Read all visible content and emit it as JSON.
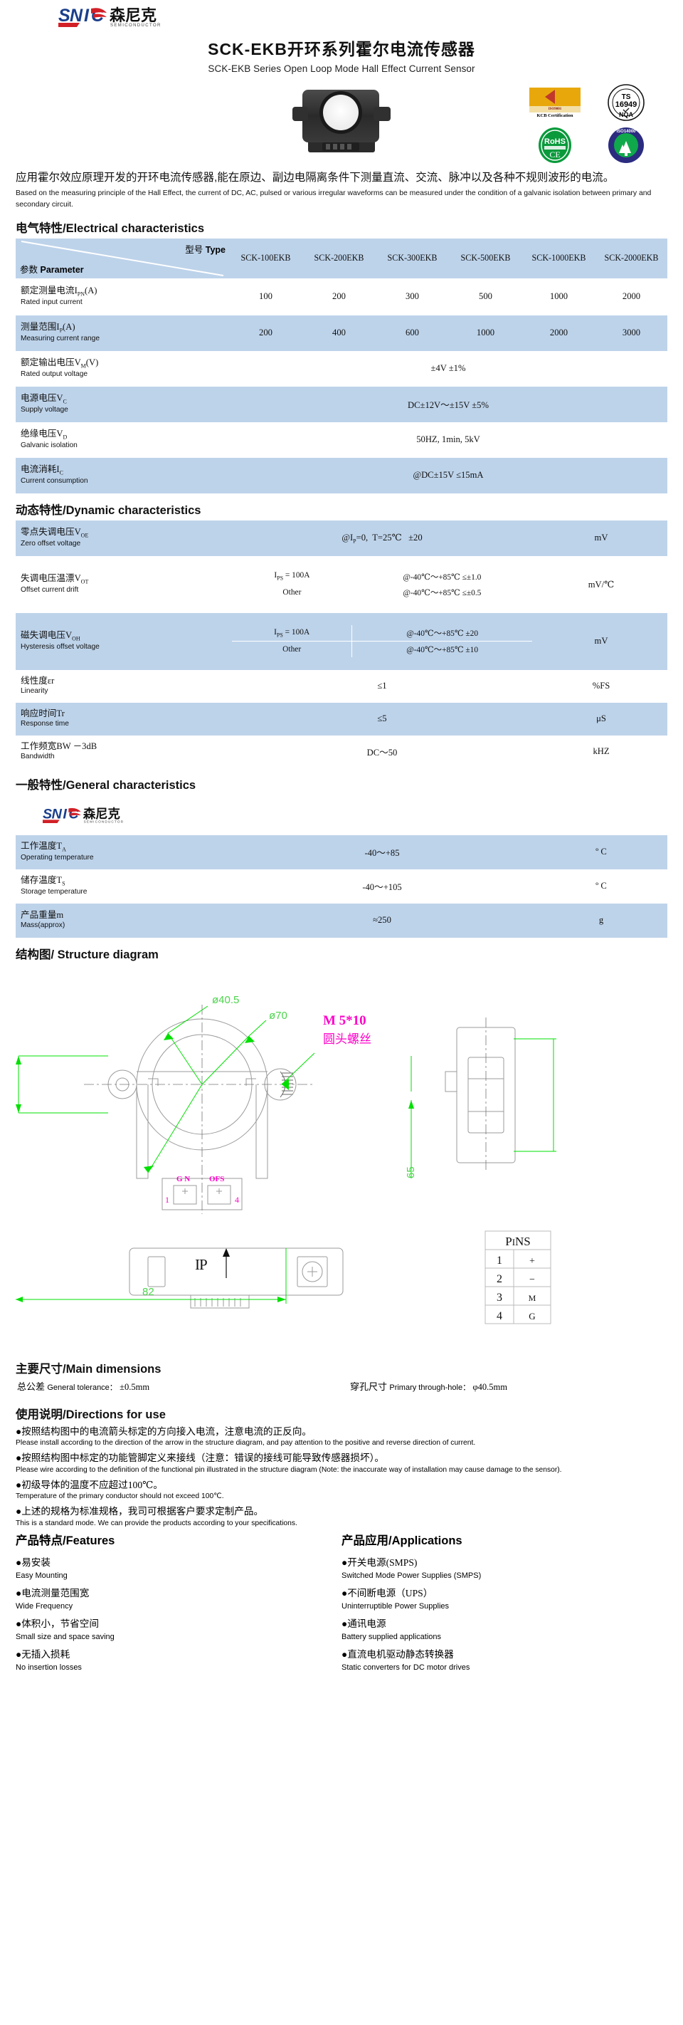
{
  "brand": {
    "name": "SNIC",
    "cn": "森尼克",
    "sub": "SEMICONDUCTOR"
  },
  "title": {
    "cn": "SCK-EKB开环系列霍尔电流传感器",
    "en": "SCK-EKB Series Open Loop Mode Hall Effect Current Sensor"
  },
  "certs": [
    {
      "id": "iso9001",
      "mark": "ISO9001",
      "caption": "KCB Certification"
    },
    {
      "id": "ts16949",
      "line1": "TS",
      "line2": "16949",
      "line3": "NQA",
      "ring": "QUALITY SYSTEM CERTIFICATION"
    },
    {
      "id": "rohs",
      "mark": "RoHS",
      "sub": "SGS CERTIFIED",
      "ce": "CE"
    },
    {
      "id": "iso14000",
      "mark": "ISO14000"
    }
  ],
  "intro": {
    "cn": "应用霍尔效应原理开发的开环电流传感器,能在原边、副边电隔离条件下测量直流、交流、脉冲以及各种不规则波形的电流。",
    "en": "Based on the measuring principle of the Hall Effect, the current of DC, AC, pulsed or various irregular waveforms can be measured under the condition of  a galvanic isolation between primary and secondary circuit."
  },
  "sections": {
    "electrical": "电气特性/Electrical characteristics",
    "dynamic": "动态特性/Dynamic characteristics",
    "general": "一般特性/General characteristics",
    "structure": "结构图/ Structure diagram",
    "dimensions": "主要尺寸/Main dimensions",
    "directions": "使用说明/Directions for use"
  },
  "electrical": {
    "corner": {
      "type_cn": "型号",
      "type_en": "Type",
      "param_cn": "参数",
      "param_en": "Parameter"
    },
    "models": [
      "SCK-100EKB",
      "SCK-200EKB",
      "SCK-300EKB",
      "SCK-500EKB",
      "SCK-1000EKB",
      "SCK-2000EKB"
    ],
    "rows": [
      {
        "cn": "额定测量电流I",
        "cn_sub": "PN",
        "cn_tail": "(A)",
        "en": "Rated input current",
        "values": [
          "100",
          "200",
          "300",
          "500",
          "1000",
          "2000"
        ],
        "band": false
      },
      {
        "cn": "测量范围I",
        "cn_sub": "P",
        "cn_tail": "(A)",
        "en": "Measuring current range",
        "values": [
          "200",
          "400",
          "600",
          "1000",
          "2000",
          "3000"
        ],
        "band": true
      },
      {
        "cn": "额定输出电压V",
        "cn_sub": "M",
        "cn_tail": "(V)",
        "en": "Rated output voltage",
        "span": "±4V ±1%",
        "band": false
      },
      {
        "cn": "电源电压V",
        "cn_sub": "C",
        "cn_tail": "",
        "en": "Supply voltage",
        "span": "DC±12V～±15V ±5%",
        "band": true
      },
      {
        "cn": "绝缘电压V",
        "cn_sub": "D",
        "cn_tail": "",
        "en": "Galvanic isolation",
        "span": "50HZ, 1min, 5kV",
        "band": false
      },
      {
        "cn": "电流消耗I",
        "cn_sub": "C",
        "cn_tail": "",
        "en": "Current consumption",
        "span": "@DC±15V  ≤15mA",
        "band": true
      }
    ]
  },
  "dynamic": {
    "rows": [
      {
        "cn": "零点失调电压V",
        "cn_sub": "OE",
        "en": "Zero offset voltage",
        "value": "@I<sub>P</sub>=0,  T=25℃   ±20",
        "plain": "@IP=0,  T=25℃   ±20",
        "unit": "mV",
        "band": true
      },
      {
        "cn": "失调电压温漂V",
        "cn_sub": "OT",
        "en": "Offset current drift",
        "sub_rows": [
          {
            "cond": "I PS  =  100A",
            "detail": "@-40℃～+85℃  ≤±1.0"
          },
          {
            "cond": "Other",
            "detail": "@-40℃～+85℃  ≤±0.5"
          }
        ],
        "unit": "mV/℃",
        "band": false
      },
      {
        "cn": "磁失调电压V",
        "cn_sub": "OH",
        "en": "Hysteresis offset voltage",
        "sub_rows": [
          {
            "cond": "I PS  =  100A",
            "detail": "@-40℃～+85℃   ±20"
          },
          {
            "cond": "Other",
            "detail": "@-40℃～+85℃   ±10"
          }
        ],
        "unit": "mV",
        "band": true
      },
      {
        "cn": "线性度εr",
        "cn_sub": "",
        "en": "Linearity",
        "value": "≤1",
        "unit": "%FS",
        "band": false
      },
      {
        "cn": "响应时间Tr",
        "cn_sub": "",
        "en": "Response time",
        "value": "≤5",
        "unit": "μS",
        "band": true
      },
      {
        "cn": "工作频宽BW －3dB",
        "cn_sub": "",
        "en": "Bandwidth",
        "value": "DC～50",
        "unit": "kHZ",
        "band": false
      }
    ]
  },
  "general": {
    "rows": [
      {
        "cn": "工作温度T",
        "cn_sub": "A",
        "en": "Operating temperature",
        "value": "-40～+85",
        "unit": "º C",
        "band": true
      },
      {
        "cn": "储存温度T",
        "cn_sub": "S",
        "en": "Storage temperature",
        "value": "-40～+105",
        "unit": "º C",
        "band": false
      },
      {
        "cn": "产品重量m",
        "cn_sub": "",
        "en": "Mass(approx)",
        "value": "≈250",
        "unit": "g",
        "band": true
      }
    ]
  },
  "diagram": {
    "callouts": {
      "dia_inner": "ø40.5",
      "dia_outer": "ø70",
      "screw_cn": "M 5*10",
      "screw_cn2": "圆头螺丝",
      "height_65": "65",
      "width_82": "82"
    },
    "terminal_labels": [
      "G N",
      "OFS"
    ],
    "terminal_pins": [
      "1",
      "4"
    ],
    "current_mark": "IP",
    "pins_title": "PINS",
    "pins": [
      {
        "no": "1",
        "fn": "+"
      },
      {
        "no": "2",
        "fn": "−"
      },
      {
        "no": "3",
        "fn": "M"
      },
      {
        "no": "4",
        "fn": "G"
      }
    ]
  },
  "dimensions": {
    "tolerance_cn": "总公差",
    "tolerance_en": "General tolerance：",
    "tolerance_val": "±0.5mm",
    "hole_cn": "穿孔尺寸",
    "hole_en": "Primary through-hole：",
    "hole_val": "φ40.5mm"
  },
  "directions": [
    {
      "cn": "●按照结构图中的电流箭头标定的方向接入电流，注意电流的正反向。",
      "en": "Please install according to the direction of the arrow in the structure diagram, and pay attention to the positive and reverse direction of current."
    },
    {
      "cn": "●按照结构图中标定的功能管脚定义来接线（注意：错误的接线可能导致传感器损坏）。",
      "en": "Please wire according to the definition of the functional pin illustrated in the structure diagram (Note: the inaccurate way of installation may cause damage to the sensor)."
    },
    {
      "cn": "●初级导体的温度不应超过100℃。",
      "en": "Temperature of the primary conductor should not exceed 100℃."
    },
    {
      "cn": "●上述的规格为标准规格，我司可根据客户要求定制产品。",
      "en": "This is a standard mode. We can provide the products according to your specifications."
    }
  ],
  "features": {
    "head": "产品特点/Features",
    "items": [
      {
        "cn": "●易安装",
        "en": "Easy Mounting"
      },
      {
        "cn": "●电流测量范围宽",
        "en": "Wide Frequency"
      },
      {
        "cn": "●体积小，节省空间",
        "en": "Small size and space saving"
      },
      {
        "cn": "●无插入损耗",
        "en": "No insertion losses"
      }
    ]
  },
  "applications": {
    "head": "产品应用/Applications",
    "items": [
      {
        "cn": "●开关电源(SMPS)",
        "en": "Switched Mode Power Supplies (SMPS)"
      },
      {
        "cn": "●不间断电源（UPS）",
        "en": "Uninterruptible Power Supplies"
      },
      {
        "cn": "●通讯电源",
        "en": "Battery supplied applications"
      },
      {
        "cn": "●直流电机驱动静态转换器",
        "en": "Static converters for DC motor drives"
      }
    ]
  },
  "colors": {
    "band": "#BDD3EA",
    "accent_pink": "#FF00C8",
    "accent_green": "#00E000",
    "brand_blue": "#1B3F8B",
    "brand_red": "#D22027"
  }
}
